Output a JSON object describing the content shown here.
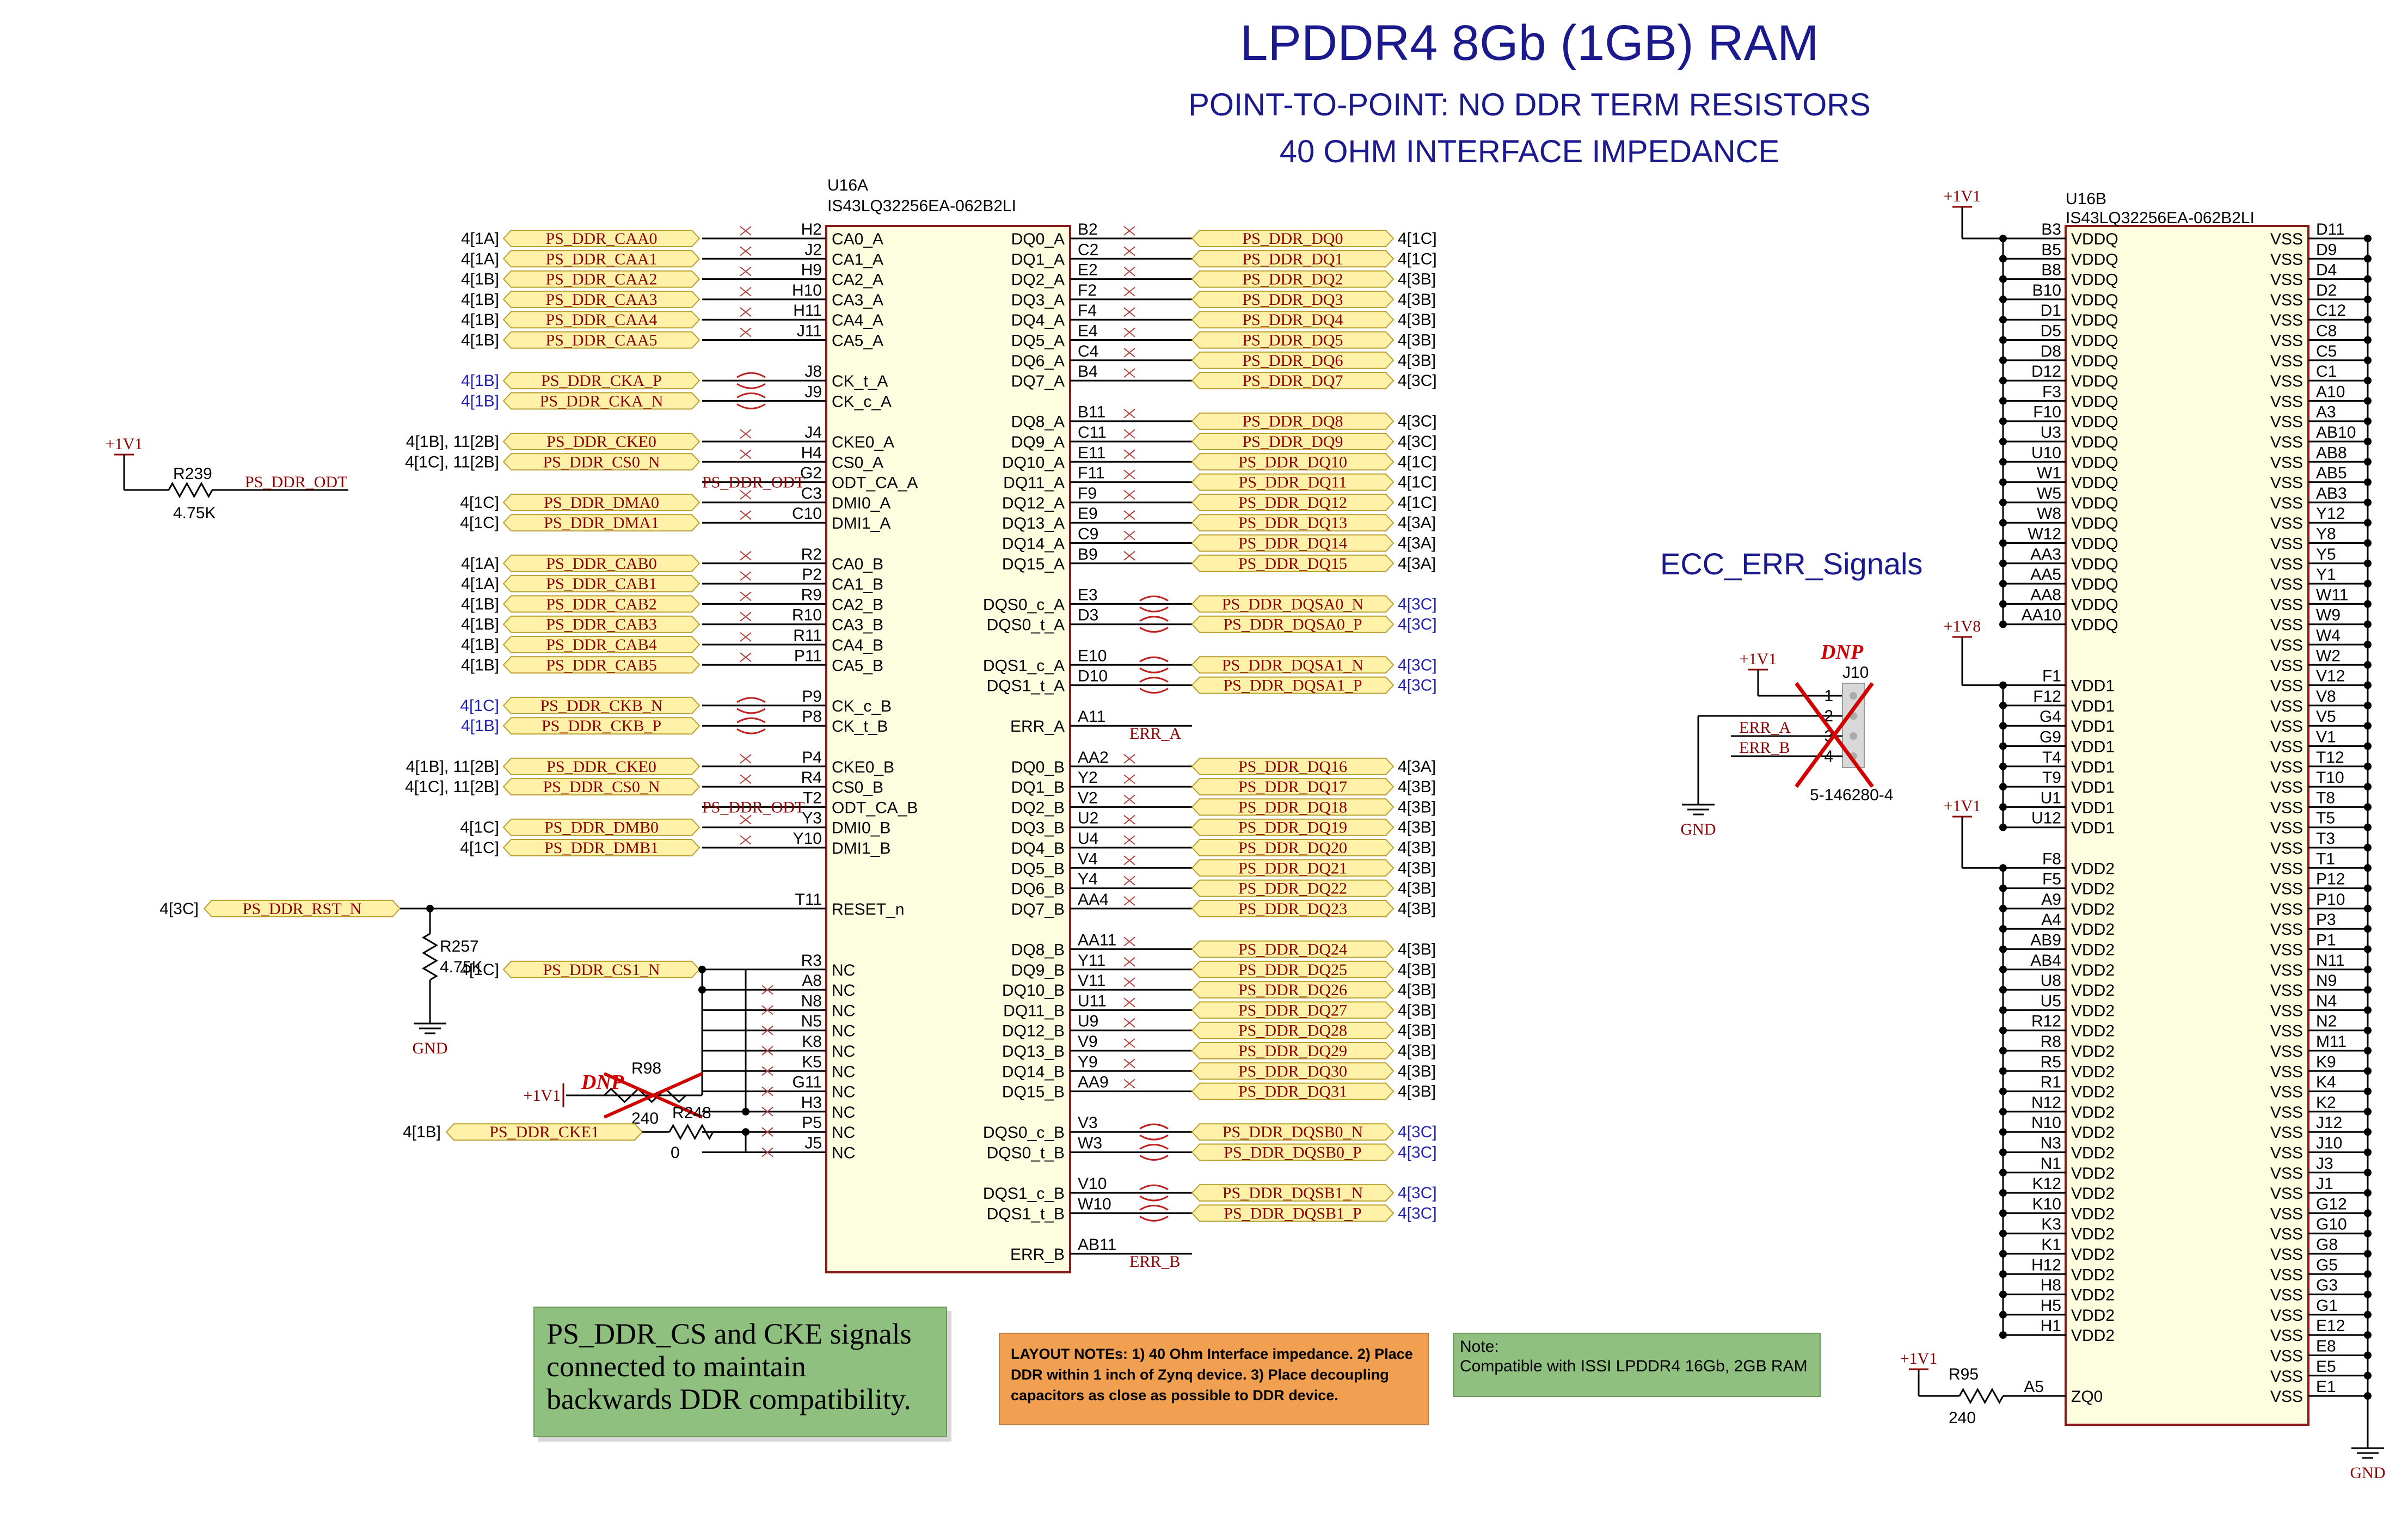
{
  "title": {
    "main": "LPDDR4 8Gb (1GB) RAM",
    "sub1": "POINT-TO-POINT: NO DDR TERM RESISTORS",
    "sub2": "40 OHM INTERFACE IMPEDANCE"
  },
  "colors": {
    "title": "#1a1a8c",
    "chip_fill": "#fdfde0",
    "chip_border": "#8b1a1a",
    "port_fill": "#fff2a8",
    "port_border": "#b8a030",
    "netlabel": "#8b0000",
    "offpage_blue": "#2323b0",
    "note_green": "#90c080",
    "note_orange": "#f0a050",
    "dnp_red": "#d00000"
  },
  "u16a": {
    "ref": "U16A",
    "part": "IS43LQ32256EA-062B2LI",
    "left": [
      {
        "pin": "H2",
        "name": "CA0_A",
        "net": "PS_DDR_CAA0",
        "off": "4[1A]"
      },
      {
        "pin": "J2",
        "name": "CA1_A",
        "net": "PS_DDR_CAA1",
        "off": "4[1A]"
      },
      {
        "pin": "H9",
        "name": "CA2_A",
        "net": "PS_DDR_CAA2",
        "off": "4[1B]"
      },
      {
        "pin": "H10",
        "name": "CA3_A",
        "net": "PS_DDR_CAA3",
        "off": "4[1B]"
      },
      {
        "pin": "H11",
        "name": "CA4_A",
        "net": "PS_DDR_CAA4",
        "off": "4[1B]"
      },
      {
        "pin": "J11",
        "name": "CA5_A",
        "net": "PS_DDR_CAA5",
        "off": "4[1B]"
      },
      {
        "pin": "J8",
        "name": "CK_t_A",
        "net": "PS_DDR_CKA_P",
        "off": "4[1B]",
        "blue": true
      },
      {
        "pin": "J9",
        "name": "CK_c_A",
        "net": "PS_DDR_CKA_N",
        "off": "4[1B]",
        "blue": true
      },
      {
        "pin": "J4",
        "name": "CKE0_A",
        "net": "PS_DDR_CKE0",
        "off": "4[1B], 11[2B]"
      },
      {
        "pin": "H4",
        "name": "CS0_A",
        "net": "PS_DDR_CS0_N",
        "off": "4[1C], 11[2B]"
      },
      {
        "pin": "G2",
        "name": "ODT_CA_A",
        "label": "PS_DDR_ODT"
      },
      {
        "pin": "C3",
        "name": "DMI0_A",
        "net": "PS_DDR_DMA0",
        "off": "4[1C]"
      },
      {
        "pin": "C10",
        "name": "DMI1_A",
        "net": "PS_DDR_DMA1",
        "off": "4[1C]"
      },
      {
        "pin": "R2",
        "name": "CA0_B",
        "net": "PS_DDR_CAB0",
        "off": "4[1A]"
      },
      {
        "pin": "P2",
        "name": "CA1_B",
        "net": "PS_DDR_CAB1",
        "off": "4[1A]"
      },
      {
        "pin": "R9",
        "name": "CA2_B",
        "net": "PS_DDR_CAB2",
        "off": "4[1B]"
      },
      {
        "pin": "R10",
        "name": "CA3_B",
        "net": "PS_DDR_CAB3",
        "off": "4[1B]"
      },
      {
        "pin": "R11",
        "name": "CA4_B",
        "net": "PS_DDR_CAB4",
        "off": "4[1B]"
      },
      {
        "pin": "P11",
        "name": "CA5_B",
        "net": "PS_DDR_CAB5",
        "off": "4[1B]"
      },
      {
        "pin": "P9",
        "name": "CK_c_B",
        "net": "PS_DDR_CKB_N",
        "off": "4[1C]",
        "blue": true
      },
      {
        "pin": "P8",
        "name": "CK_t_B",
        "net": "PS_DDR_CKB_P",
        "off": "4[1B]",
        "blue": true
      },
      {
        "pin": "P4",
        "name": "CKE0_B",
        "net": "PS_DDR_CKE0",
        "off": "4[1B], 11[2B]"
      },
      {
        "pin": "R4",
        "name": "CS0_B",
        "net": "PS_DDR_CS0_N",
        "off": "4[1C], 11[2B]"
      },
      {
        "pin": "T2",
        "name": "ODT_CA_B",
        "label": "PS_DDR_ODT"
      },
      {
        "pin": "Y3",
        "name": "DMI0_B",
        "net": "PS_DDR_DMB0",
        "off": "4[1C]"
      },
      {
        "pin": "Y10",
        "name": "DMI1_B",
        "net": "PS_DDR_DMB1",
        "off": "4[1C]"
      },
      {
        "pin": "T11",
        "name": "RESET_n",
        "net": "PS_DDR_RST_N",
        "off": "4[3C]"
      },
      {
        "pin": "R3",
        "name": "NC",
        "net": "PS_DDR_CS1_N",
        "off": "4[1C]"
      },
      {
        "pin": "A8",
        "name": "NC"
      },
      {
        "pin": "N8",
        "name": "NC"
      },
      {
        "pin": "N5",
        "name": "NC"
      },
      {
        "pin": "K8",
        "name": "NC"
      },
      {
        "pin": "K5",
        "name": "NC"
      },
      {
        "pin": "G11",
        "name": "NC"
      },
      {
        "pin": "H3",
        "name": "NC"
      },
      {
        "pin": "P5",
        "name": "NC"
      },
      {
        "pin": "J5",
        "name": "NC"
      }
    ],
    "right": [
      {
        "pin": "B2",
        "name": "DQ0_A",
        "net": "PS_DDR_DQ0",
        "off": "4[1C]"
      },
      {
        "pin": "C2",
        "name": "DQ1_A",
        "net": "PS_DDR_DQ1",
        "off": "4[1C]"
      },
      {
        "pin": "E2",
        "name": "DQ2_A",
        "net": "PS_DDR_DQ2",
        "off": "4[3B]"
      },
      {
        "pin": "F2",
        "name": "DQ3_A",
        "net": "PS_DDR_DQ3",
        "off": "4[3B]"
      },
      {
        "pin": "F4",
        "name": "DQ4_A",
        "net": "PS_DDR_DQ4",
        "off": "4[3B]"
      },
      {
        "pin": "E4",
        "name": "DQ5_A",
        "net": "PS_DDR_DQ5",
        "off": "4[3B]"
      },
      {
        "pin": "C4",
        "name": "DQ6_A",
        "net": "PS_DDR_DQ6",
        "off": "4[3B]"
      },
      {
        "pin": "B4",
        "name": "DQ7_A",
        "net": "PS_DDR_DQ7",
        "off": "4[3C]"
      },
      {
        "pin": "B11",
        "name": "DQ8_A",
        "net": "PS_DDR_DQ8",
        "off": "4[3C]"
      },
      {
        "pin": "C11",
        "name": "DQ9_A",
        "net": "PS_DDR_DQ9",
        "off": "4[3C]"
      },
      {
        "pin": "E11",
        "name": "DQ10_A",
        "net": "PS_DDR_DQ10",
        "off": "4[1C]"
      },
      {
        "pin": "F11",
        "name": "DQ11_A",
        "net": "PS_DDR_DQ11",
        "off": "4[1C]"
      },
      {
        "pin": "F9",
        "name": "DQ12_A",
        "net": "PS_DDR_DQ12",
        "off": "4[1C]"
      },
      {
        "pin": "E9",
        "name": "DQ13_A",
        "net": "PS_DDR_DQ13",
        "off": "4[3A]"
      },
      {
        "pin": "C9",
        "name": "DQ14_A",
        "net": "PS_DDR_DQ14",
        "off": "4[3A]"
      },
      {
        "pin": "B9",
        "name": "DQ15_A",
        "net": "PS_DDR_DQ15",
        "off": "4[3A]"
      },
      {
        "pin": "E3",
        "name": "DQS0_c_A",
        "net": "PS_DDR_DQSA0_N",
        "off": "4[3C]",
        "blue": true
      },
      {
        "pin": "D3",
        "name": "DQS0_t_A",
        "net": "PS_DDR_DQSA0_P",
        "off": "4[3C]",
        "blue": true
      },
      {
        "pin": "E10",
        "name": "DQS1_c_A",
        "net": "PS_DDR_DQSA1_N",
        "off": "4[3C]",
        "blue": true
      },
      {
        "pin": "D10",
        "name": "DQS1_t_A",
        "net": "PS_DDR_DQSA1_P",
        "off": "4[3C]",
        "blue": true
      },
      {
        "pin": "A11",
        "name": "ERR_A",
        "label": "ERR_A"
      },
      {
        "pin": "AA2",
        "name": "DQ0_B",
        "net": "PS_DDR_DQ16",
        "off": "4[3A]"
      },
      {
        "pin": "Y2",
        "name": "DQ1_B",
        "net": "PS_DDR_DQ17",
        "off": "4[3B]"
      },
      {
        "pin": "V2",
        "name": "DQ2_B",
        "net": "PS_DDR_DQ18",
        "off": "4[3B]"
      },
      {
        "pin": "U2",
        "name": "DQ3_B",
        "net": "PS_DDR_DQ19",
        "off": "4[3B]"
      },
      {
        "pin": "U4",
        "name": "DQ4_B",
        "net": "PS_DDR_DQ20",
        "off": "4[3B]"
      },
      {
        "pin": "V4",
        "name": "DQ5_B",
        "net": "PS_DDR_DQ21",
        "off": "4[3B]"
      },
      {
        "pin": "Y4",
        "name": "DQ6_B",
        "net": "PS_DDR_DQ22",
        "off": "4[3B]"
      },
      {
        "pin": "AA4",
        "name": "DQ7_B",
        "net": "PS_DDR_DQ23",
        "off": "4[3B]"
      },
      {
        "pin": "AA11",
        "name": "DQ8_B",
        "net": "PS_DDR_DQ24",
        "off": "4[3B]"
      },
      {
        "pin": "Y11",
        "name": "DQ9_B",
        "net": "PS_DDR_DQ25",
        "off": "4[3B]"
      },
      {
        "pin": "V11",
        "name": "DQ10_B",
        "net": "PS_DDR_DQ26",
        "off": "4[3B]"
      },
      {
        "pin": "U11",
        "name": "DQ11_B",
        "net": "PS_DDR_DQ27",
        "off": "4[3B]"
      },
      {
        "pin": "U9",
        "name": "DQ12_B",
        "net": "PS_DDR_DQ28",
        "off": "4[3B]"
      },
      {
        "pin": "V9",
        "name": "DQ13_B",
        "net": "PS_DDR_DQ29",
        "off": "4[3B]"
      },
      {
        "pin": "Y9",
        "name": "DQ14_B",
        "net": "PS_DDR_DQ30",
        "off": "4[3B]"
      },
      {
        "pin": "AA9",
        "name": "DQ15_B",
        "net": "PS_DDR_DQ31",
        "off": "4[3B]"
      },
      {
        "pin": "V3",
        "name": "DQS0_c_B",
        "net": "PS_DDR_DQSB0_N",
        "off": "4[3C]",
        "blue": true
      },
      {
        "pin": "W3",
        "name": "DQS0_t_B",
        "net": "PS_DDR_DQSB0_P",
        "off": "4[3C]",
        "blue": true
      },
      {
        "pin": "V10",
        "name": "DQS1_c_B",
        "net": "PS_DDR_DQSB1_N",
        "off": "4[3C]",
        "blue": true
      },
      {
        "pin": "W10",
        "name": "DQS1_t_B",
        "net": "PS_DDR_DQSB1_P",
        "off": "4[3C]",
        "blue": true
      },
      {
        "pin": "AB11",
        "name": "ERR_B",
        "label": "ERR_B"
      }
    ]
  },
  "u16b": {
    "ref": "U16B",
    "part": "IS43LQ32256EA-062B2LI",
    "vddq": [
      "B3",
      "B5",
      "B8",
      "B10",
      "D1",
      "D5",
      "D8",
      "D12",
      "F3",
      "F10",
      "U3",
      "U10",
      "W1",
      "W5",
      "W8",
      "W12",
      "AA3",
      "AA5",
      "AA8",
      "AA10"
    ],
    "vdd1": [
      "F1",
      "F12",
      "G4",
      "G9",
      "T4",
      "T9",
      "U1",
      "U12"
    ],
    "vdd2": [
      "F8",
      "F5",
      "A9",
      "A4",
      "AB9",
      "AB4",
      "U8",
      "U5",
      "R12",
      "R8",
      "R5",
      "R1",
      "N12",
      "N10",
      "N3",
      "N1",
      "K12",
      "K10",
      "K3",
      "K1",
      "H12",
      "H8",
      "H5",
      "H1"
    ],
    "zq": {
      "pin": "A5",
      "name": "ZQ0"
    },
    "vss": [
      "D11",
      "D9",
      "D4",
      "D2",
      "C12",
      "C8",
      "C5",
      "C1",
      "A10",
      "A3",
      "AB10",
      "AB8",
      "AB5",
      "AB3",
      "Y12",
      "Y8",
      "Y5",
      "Y1",
      "W11",
      "W9",
      "W4",
      "W2",
      "V12",
      "V8",
      "V5",
      "V1",
      "T12",
      "T10",
      "T8",
      "T5",
      "T3",
      "T1",
      "P12",
      "P10",
      "P3",
      "P1",
      "N11",
      "N9",
      "N4",
      "N2",
      "M11",
      "K9",
      "K4",
      "K2",
      "J12",
      "J10",
      "J3",
      "J1",
      "G12",
      "G10",
      "G8",
      "G5",
      "G3",
      "G1",
      "E12",
      "E8",
      "E5",
      "E1"
    ],
    "vddq_name": "VDDQ",
    "vdd1_name": "VDD1",
    "vdd2_name": "VDD2",
    "vss_name": "VSS"
  },
  "passives": {
    "r239": {
      "ref": "R239",
      "value": "4.75K",
      "net": "PS_DDR_ODT",
      "pwr": "+1V1"
    },
    "r257": {
      "ref": "R257",
      "value": "4.75K",
      "gnd": "GND"
    },
    "r98": {
      "ref": "R98",
      "value": "240",
      "dnp": "DNP",
      "pwr": "+1V1"
    },
    "r248": {
      "ref": "R248",
      "value": "0",
      "net": "PS_DDR_CKE1",
      "off": "4[1B]"
    },
    "r95": {
      "ref": "R95",
      "value": "240",
      "pwr": "+1V1"
    }
  },
  "power": {
    "u16b_vddq": "+1V1",
    "u16b_vdd1": "+1V8",
    "u16b_vdd2": "+1V1",
    "u16b_gnd": "GND"
  },
  "ecc": {
    "title": "ECC_ERR_Signals",
    "connector": {
      "ref": "J10",
      "part": "5-146280-4",
      "dnp": "DNP",
      "pwr": "+1V1",
      "gnd": "GND"
    },
    "pins": [
      "1",
      "2",
      "3",
      "4"
    ],
    "nets": [
      "ERR_A",
      "ERR_B"
    ]
  },
  "notes": {
    "green_big": "PS_DDR_CS and CKE signals connected to maintain backwards DDR compatibility.",
    "orange": "LAYOUT NOTEs: 1) 40 Ohm Interface impedance. 2) Place DDR within 1 inch of Zynq device. 3) Place decoupling capacitors as close as possible to DDR device.",
    "green_small": "Note:\nCompatible with ISSI LPDDR4 16Gb, 2GB RAM"
  }
}
